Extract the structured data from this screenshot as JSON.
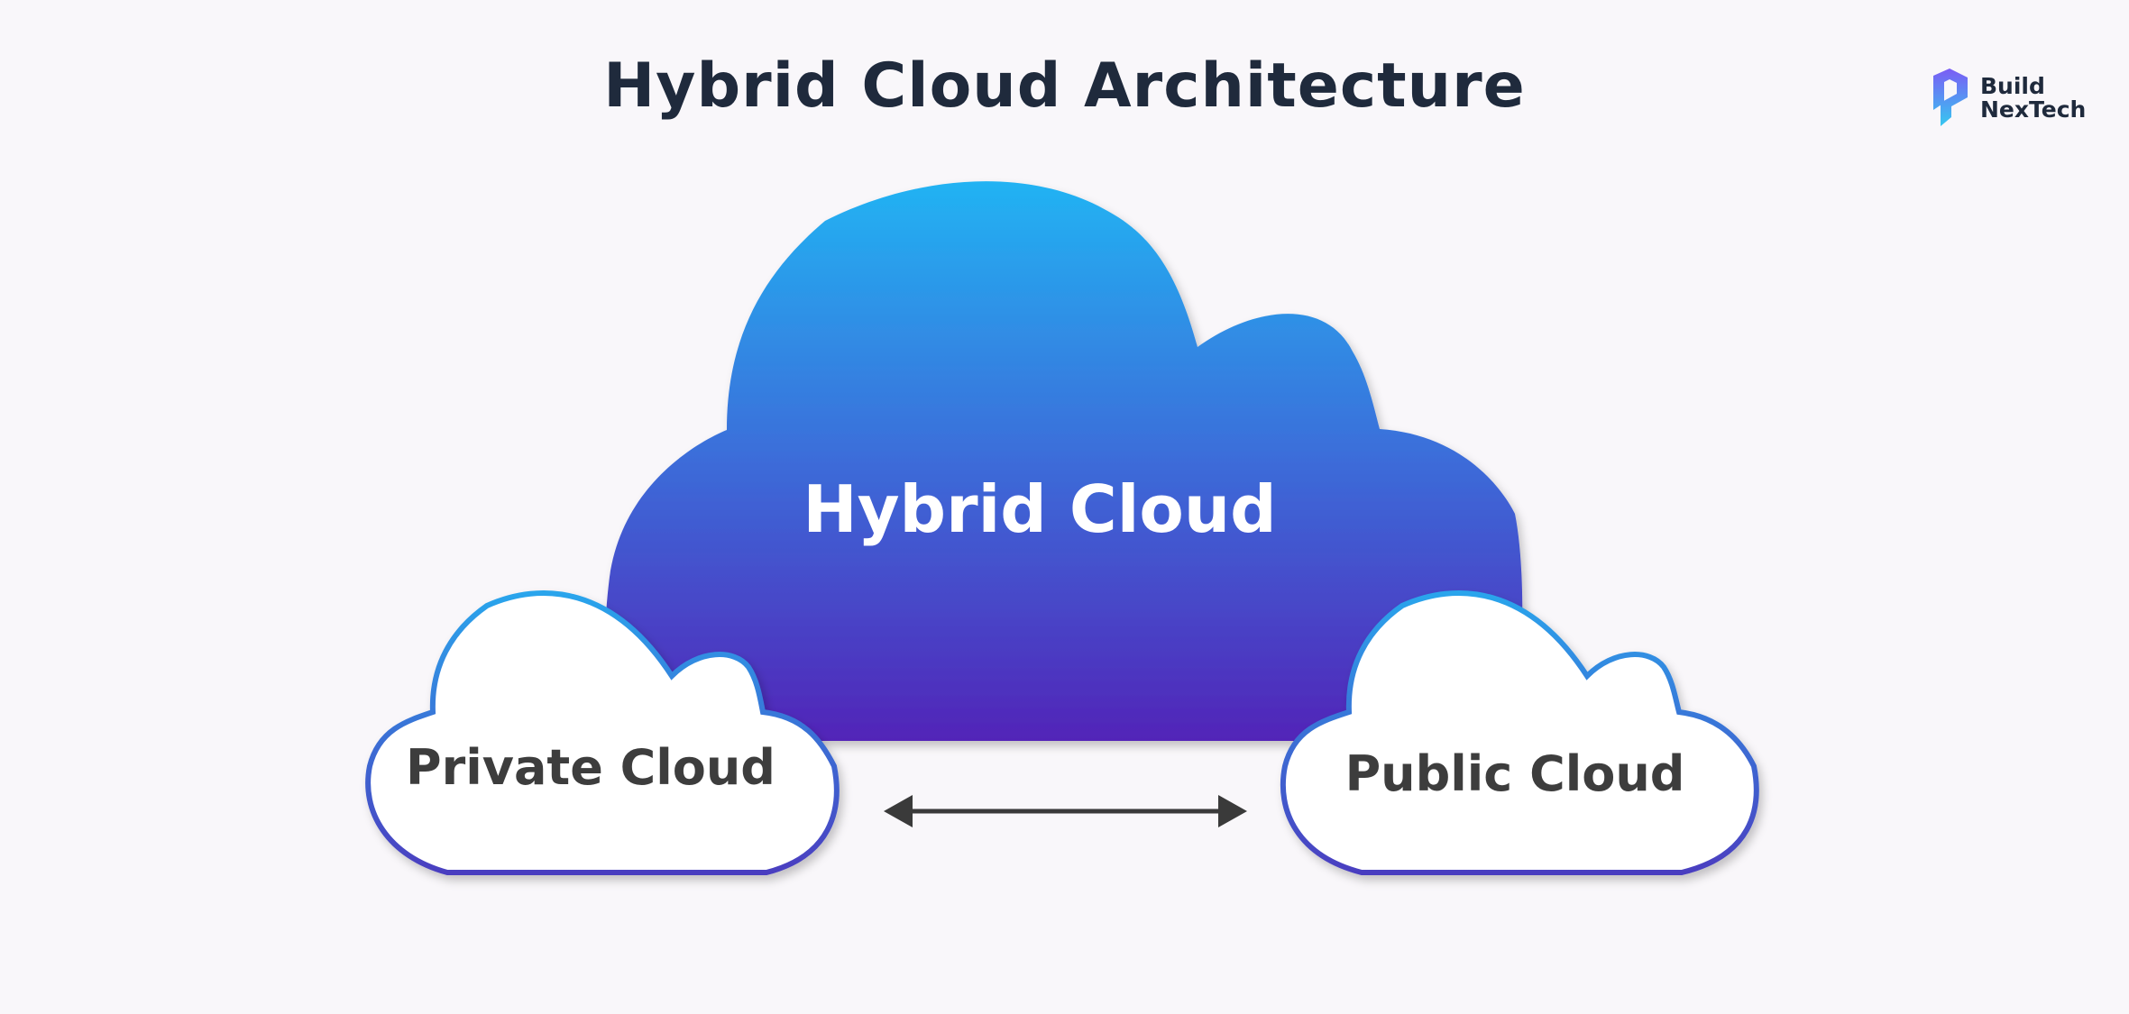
{
  "title": "Hybrid Cloud Architecture",
  "logo": {
    "line1": "Build",
    "line2": "NexTech"
  },
  "diagram": {
    "hybrid": "Hybrid Cloud",
    "private": "Private Cloud",
    "public": "Public Cloud",
    "connector": "bidirectional-arrow"
  },
  "colors": {
    "background": "#f9f7fa",
    "title": "#1f2a3c",
    "gradient_top": "#22b3f3",
    "gradient_bottom": "#5224b8",
    "small_text": "#3d3d3d",
    "arrow": "#3a3a3a"
  }
}
